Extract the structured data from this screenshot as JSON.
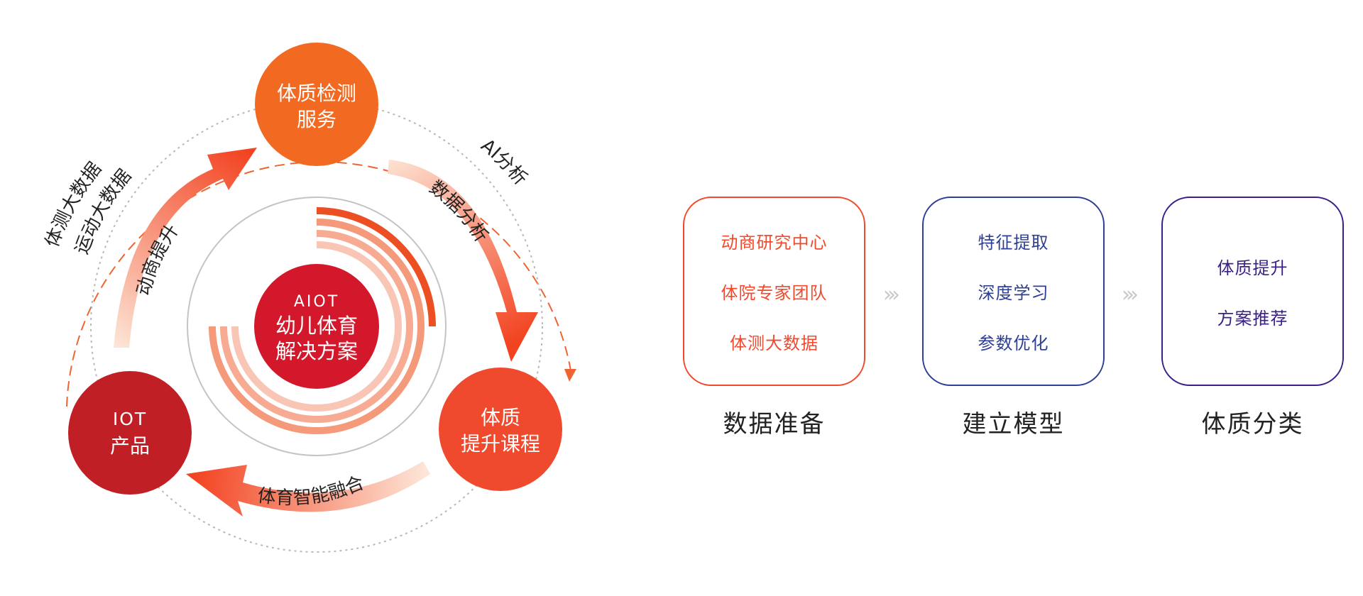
{
  "colors": {
    "orange": "#f26a21",
    "red_orange": "#f04a2e",
    "dark_red": "#c01f25",
    "center_red": "#d4182c",
    "dash": "#f06432",
    "prep": "#f04a2e",
    "model": "#2e3f95",
    "classify": "#3b1f88"
  },
  "cycle": {
    "nodes": {
      "top": {
        "line1": "体质检测",
        "line2": "服务"
      },
      "right": {
        "line1": "体质",
        "line2": "提升课程"
      },
      "left": {
        "line1": "IOT",
        "line2": "产品"
      }
    },
    "center": {
      "line1": "AIOT",
      "line2": "幼儿体育",
      "line3": "解决方案"
    },
    "arrow_labels": {
      "top_right": "数据分析",
      "bottom": "体育智能融合",
      "top_left": "动商提升"
    },
    "outer_labels": {
      "right": "AI分析",
      "left_outer": "体测大数据",
      "left_inner": "运动大数据"
    }
  },
  "pipeline": {
    "separator": "›››",
    "stages": [
      {
        "title": "数据准备",
        "items": [
          "动商研究中心",
          "体院专家团队",
          "体测大数据"
        ]
      },
      {
        "title": "建立模型",
        "items": [
          "特征提取",
          "深度学习",
          "参数优化"
        ]
      },
      {
        "title": "体质分类",
        "items": [
          "体质提升",
          "方案推荐"
        ]
      }
    ]
  }
}
